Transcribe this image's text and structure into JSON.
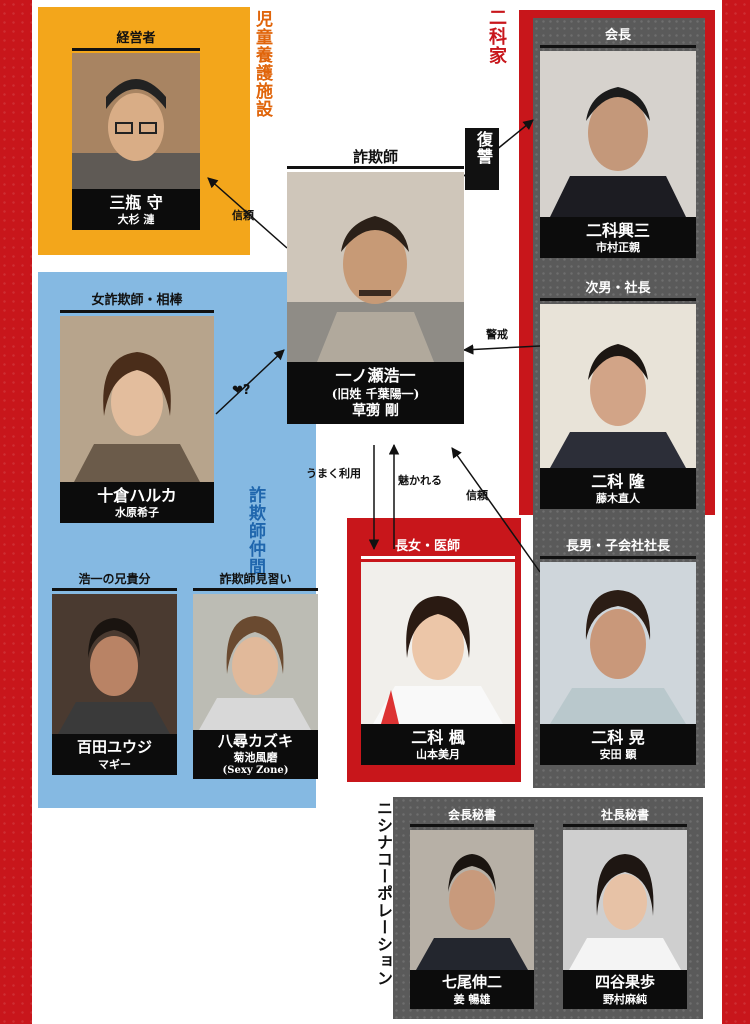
{
  "groups": {
    "children_home": "児童養護施設",
    "nishina_family": "二科家",
    "con_partners": "詐欺師仲間",
    "corporation": "ニシナコーポレーション"
  },
  "characters": {
    "mimase": {
      "role": "経営者",
      "name": "三瓶 守",
      "actor": "大杉 漣"
    },
    "ichinose": {
      "role": "詐欺師",
      "name": "一ノ瀬浩一",
      "former": "(旧姓 千葉陽一)",
      "actor": "草彅 剛"
    },
    "kosan": {
      "role": "会長",
      "name": "二科興三",
      "actor": "市村正親"
    },
    "takashi": {
      "role": "次男・社長",
      "name": "二科 隆",
      "actor": "藤木直人"
    },
    "haruka": {
      "role": "女詐欺師・相棒",
      "name": "十倉ハルカ",
      "actor": "水原希子"
    },
    "kaede": {
      "role": "長女・医師",
      "name": "二科 楓",
      "actor": "山本美月"
    },
    "akira": {
      "role": "長男・子会社社長",
      "name": "二科 晃",
      "actor": "安田 顕"
    },
    "momota": {
      "role": "浩一の兄貴分",
      "name": "百田ユウジ",
      "actor": "マギー"
    },
    "yahiro": {
      "role": "詐欺師見習い",
      "name": "八尋カズキ",
      "actor": "菊池風磨",
      "extra": "(Sexy Zone)"
    },
    "nanao": {
      "role": "会長秘書",
      "name": "七尾伸二",
      "actor": "姜 暢雄"
    },
    "yotsuya": {
      "role": "社長秘書",
      "name": "四谷果歩",
      "actor": "野村麻純"
    }
  },
  "relations": {
    "revenge": "復讐",
    "trust1": "信頼",
    "caution": "警戒",
    "love": "❤?",
    "use_well": "うまく利用",
    "charmed": "魅かれる",
    "trust2": "信頼"
  },
  "colors": {
    "frame_red": "#c8161b",
    "home_yellow": "#f3a61b",
    "partners_blue": "#85b9e2",
    "corp_gray": "#5a5a5a"
  }
}
